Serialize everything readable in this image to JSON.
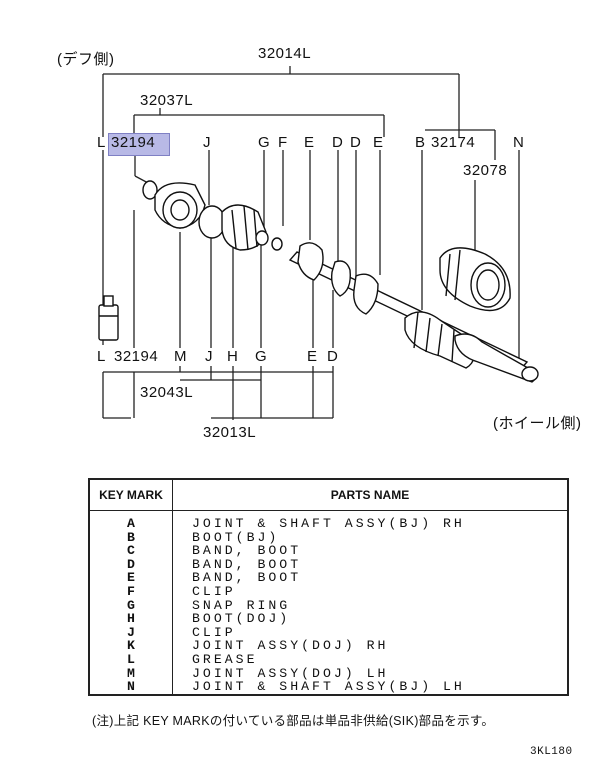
{
  "labels": {
    "diff_side": "(デフ側)",
    "wheel_side": "(ホイール側)",
    "p32014L": "32014L",
    "p32037L": "32037L",
    "p32194_top": "32194",
    "p32174": "32174",
    "p32078": "32078",
    "p32194_bottom": "32194",
    "p32043L": "32043L",
    "p32013L": "32013L",
    "top_letters": [
      "L",
      "J",
      "G",
      "F",
      "E",
      "D",
      "D",
      "E",
      "B",
      "N"
    ],
    "bottom_letters": [
      "L",
      "M",
      "J",
      "H",
      "G",
      "E",
      "D"
    ]
  },
  "table": {
    "header_key": "KEY MARK",
    "header_name": "PARTS NAME",
    "rows": [
      {
        "key": "A",
        "name": "JOINT & SHAFT ASSY(BJ) RH"
      },
      {
        "key": "B",
        "name": "BOOT(BJ)"
      },
      {
        "key": "C",
        "name": "BAND, BOOT"
      },
      {
        "key": "D",
        "name": "BAND, BOOT"
      },
      {
        "key": "E",
        "name": "BAND, BOOT"
      },
      {
        "key": "F",
        "name": "CLIP"
      },
      {
        "key": "G",
        "name": "SNAP RING"
      },
      {
        "key": "H",
        "name": "BOOT(DOJ)"
      },
      {
        "key": "J",
        "name": "CLIP"
      },
      {
        "key": "K",
        "name": "JOINT ASSY(DOJ) RH"
      },
      {
        "key": "L",
        "name": "GREASE"
      },
      {
        "key": "M",
        "name": "JOINT ASSY(DOJ) LH"
      },
      {
        "key": "N",
        "name": "JOINT & SHAFT ASSY(BJ) LH"
      }
    ]
  },
  "note": "(注)上記 KEY MARKの付いている部品は単品非供給(SIK)部品を示す。",
  "diagram_code": "3KL180"
}
